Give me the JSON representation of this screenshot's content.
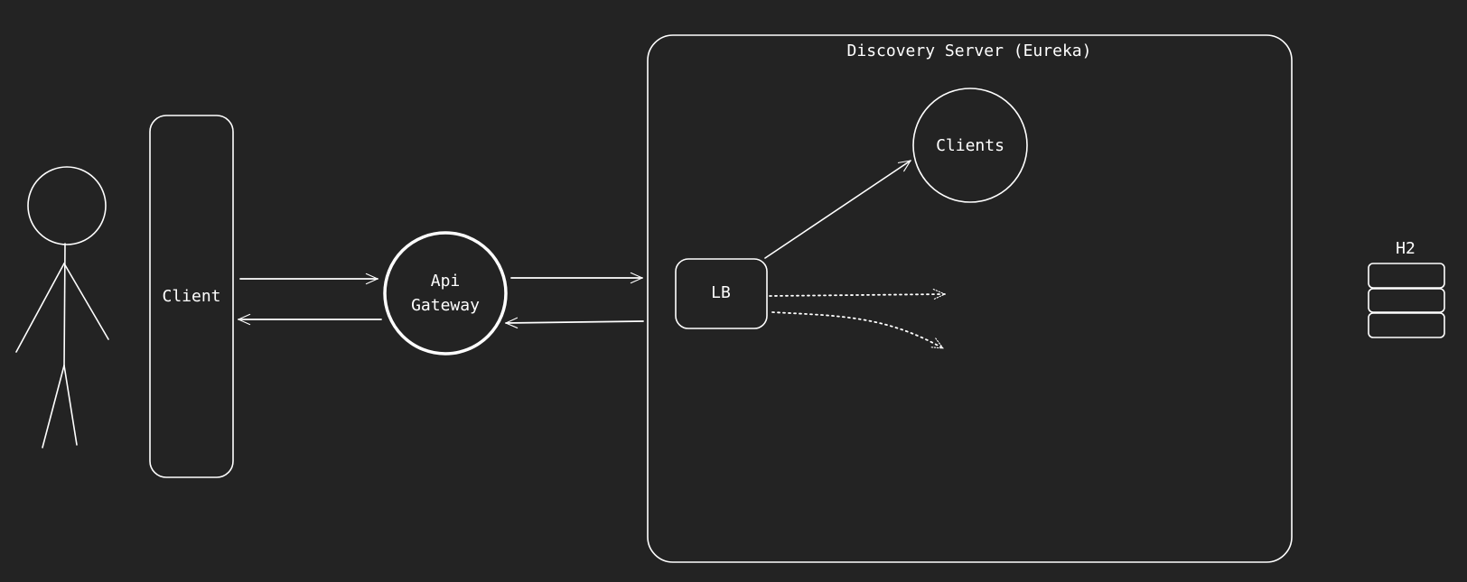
{
  "colors": {
    "background": "#232323",
    "stroke": "#ffffff"
  },
  "actor": {
    "icon": "stick-figure-icon"
  },
  "client_box": {
    "label": "Client"
  },
  "gateway": {
    "label_line1": "Api",
    "label_line2": "Gateway"
  },
  "discovery": {
    "title": "Discovery Server (Eureka)"
  },
  "load_balancer": {
    "label": "LB"
  },
  "clients_node": {
    "label": "Clients"
  },
  "database": {
    "label": "H2",
    "icon": "database-stack-icon"
  }
}
